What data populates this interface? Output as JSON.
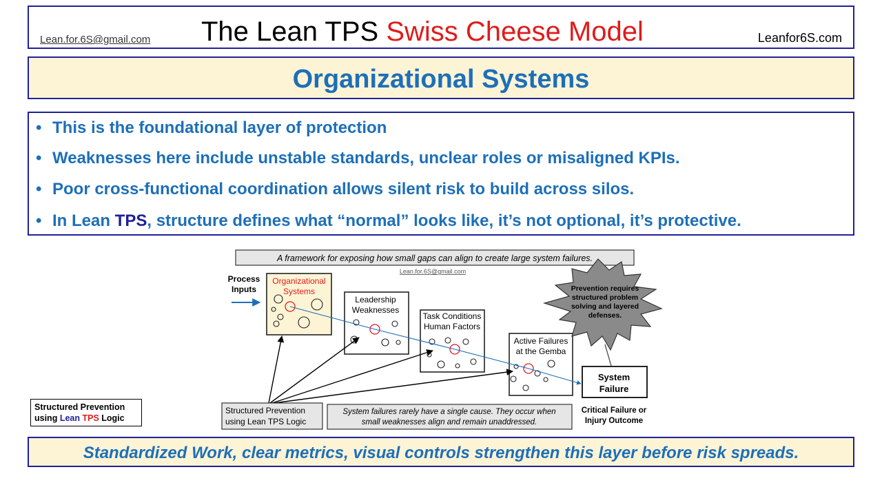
{
  "header": {
    "email": "Lean.for.6S@gmail.com",
    "title_part1": "The Lean TPS ",
    "title_part2": "Swiss Cheese Model",
    "site": "Leanfor6S.com"
  },
  "section": {
    "title": "Organizational Systems"
  },
  "bullets": [
    {
      "text": "This is the foundational layer of protection"
    },
    {
      "text": "Weaknesses here include unstable standards, unclear roles or misaligned KPIs."
    },
    {
      "text": "Poor cross-functional coordination allows silent risk to build across silos."
    },
    {
      "prefix": "In Lean ",
      "highlight": "TPS",
      "suffix": ", structure defines what “normal” looks like, it’s not optional, it’s protective."
    }
  ],
  "bullet_symbol": "•",
  "diagram": {
    "banner": "A framework for exposing how small gaps can align to create large system failures.",
    "email": "Lean.for.6S@gmail.com",
    "process_inputs": [
      "Process",
      "Inputs"
    ],
    "layers": [
      {
        "label": [
          "Organizational",
          "Systems"
        ],
        "highlight": true
      },
      {
        "label": [
          "Leadership",
          "Weaknesses"
        ],
        "highlight": false
      },
      {
        "label": [
          "Task Conditions",
          "Human Factors"
        ],
        "highlight": false
      },
      {
        "label": [
          "Active Failures",
          "at the Gemba"
        ],
        "highlight": false
      }
    ],
    "burst": [
      "Prevention requires",
      "structured problem",
      "solving and layered",
      "defenses."
    ],
    "system_failure": [
      "System",
      "Failure"
    ],
    "critical": [
      "Critical Failure or",
      "Injury Outcome"
    ],
    "structured_box": [
      "Structured Prevention",
      "using Lean TPS Logic"
    ],
    "note": [
      "System failures rarely have a single cause. They occur when",
      "small weaknesses align and remain unaddressed."
    ]
  },
  "legend": {
    "line1": "Structured Prevention",
    "line2_prefix": "using ",
    "lean": "Lean",
    "tps": "TPS",
    "line2_suffix": " Logic"
  },
  "bottom": {
    "text": "Standardized Work, clear metrics, visual controls strengthen this layer before risk spreads."
  },
  "colors": {
    "border": "#1f1f9a",
    "blue_text": "#1d6fb8",
    "red": "#e01b1b",
    "cream": "#fdf4d6",
    "burst": "#8a8a8a"
  }
}
